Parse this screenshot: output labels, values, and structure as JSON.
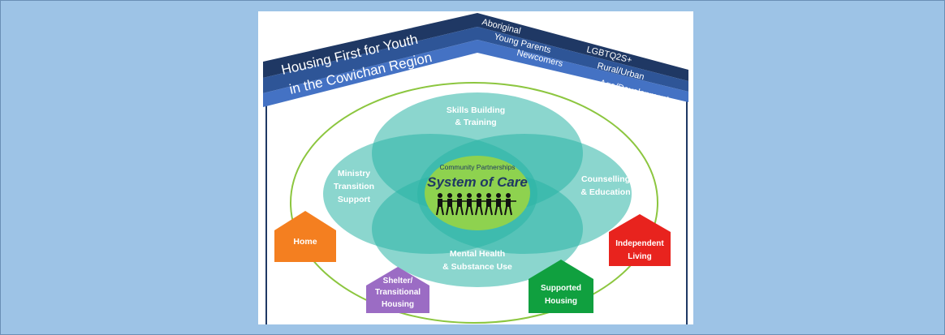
{
  "banner": {
    "title_line1": "Housing First for Youth",
    "title_line2": "in the Cowichan Region",
    "populations": [
      "Aboriginal",
      "Young Parents",
      "Newcomers",
      "LGBTQ2S+",
      "Rural/Urban",
      "Age/Development"
    ]
  },
  "circles": {
    "top": [
      "Skills Building",
      "& Training"
    ],
    "left": [
      "Ministry",
      "Transition",
      "Support"
    ],
    "right": [
      "Counselling",
      "& Education"
    ],
    "bottom": [
      "Mental Health",
      "& Substance Use"
    ]
  },
  "center": {
    "subtitle": "Community Partnerships",
    "title": "System of Care"
  },
  "houses": {
    "home": [
      "Home"
    ],
    "shelter": [
      "Shelter/",
      "Transitional",
      "Housing"
    ],
    "supported": [
      "Supported",
      "Housing"
    ],
    "independent": [
      "Independent",
      "Living"
    ]
  },
  "colors": {
    "background": "#9dc3e6",
    "banner_dark": "#1f3864",
    "banner_mid": "#2e5597",
    "banner_light": "#4472c4",
    "circle_fill": "#2bb5a6",
    "outer_ring": "#8cc63f",
    "center_fill": "#8ed24f",
    "home": "#f47f20",
    "shelter": "#9b6cc4",
    "supported": "#10a03f",
    "independent": "#e8231e"
  }
}
